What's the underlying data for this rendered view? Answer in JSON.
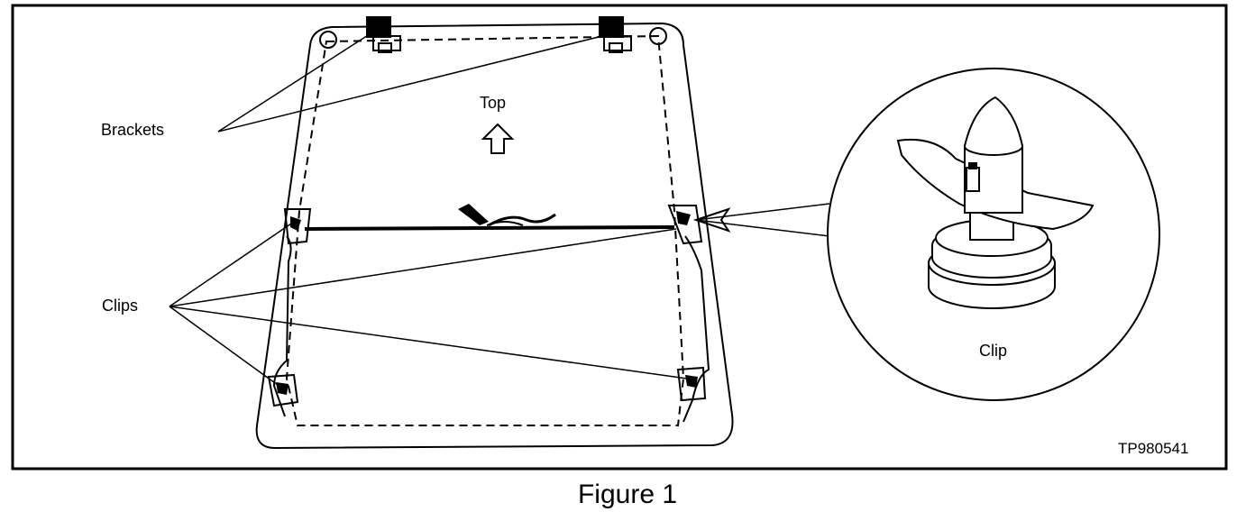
{
  "labels": {
    "brackets": "Brackets",
    "top": "Top",
    "clips": "Clips",
    "clip": "Clip",
    "figure_id": "TP980541"
  },
  "caption": "Figure 1",
  "colors": {
    "line": "#000000",
    "background": "#ffffff"
  }
}
